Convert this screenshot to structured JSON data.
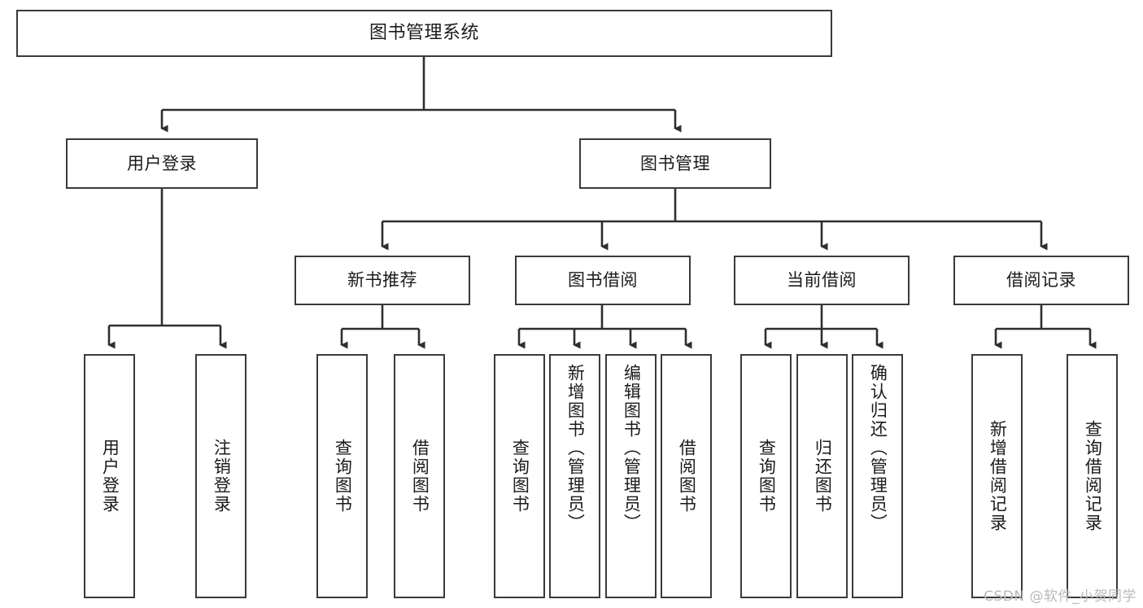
{
  "diagram": {
    "title": "图书管理系统",
    "type": "tree",
    "root": {
      "id": "root",
      "label": "图书管理系统",
      "orientation": "horizontal"
    },
    "level2": [
      {
        "id": "user-login",
        "label": "用户登录",
        "orientation": "horizontal"
      },
      {
        "id": "book-manage",
        "label": "图书管理",
        "orientation": "horizontal"
      }
    ],
    "level3": [
      {
        "id": "new-book-recommend",
        "label": "新书推荐",
        "orientation": "horizontal",
        "parent": "book-manage"
      },
      {
        "id": "book-borrow",
        "label": "图书借阅",
        "orientation": "horizontal",
        "parent": "book-manage"
      },
      {
        "id": "current-borrow",
        "label": "当前借阅",
        "orientation": "horizontal",
        "parent": "book-manage"
      },
      {
        "id": "borrow-record",
        "label": "借阅记录",
        "orientation": "horizontal",
        "parent": "book-manage"
      }
    ],
    "leaves": [
      {
        "id": "leaf-user-login",
        "label": "用户登录",
        "parent": "user-login"
      },
      {
        "id": "leaf-user-logout",
        "label": "注销登录",
        "parent": "user-login"
      },
      {
        "id": "leaf-query-book-1",
        "label": "查询图书",
        "parent": "new-book-recommend"
      },
      {
        "id": "leaf-borrow-book-1",
        "label": "借阅图书",
        "parent": "new-book-recommend"
      },
      {
        "id": "leaf-query-book-2",
        "label": "查询图书",
        "parent": "book-borrow"
      },
      {
        "id": "leaf-add-book-admin",
        "label": "新增图书（管理员）",
        "parent": "book-borrow"
      },
      {
        "id": "leaf-edit-book-admin",
        "label": "编辑图书（管理员）",
        "parent": "book-borrow"
      },
      {
        "id": "leaf-borrow-book-2",
        "label": "借阅图书",
        "parent": "book-borrow"
      },
      {
        "id": "leaf-query-book-3",
        "label": "查询图书",
        "parent": "current-borrow"
      },
      {
        "id": "leaf-return-book",
        "label": "归还图书",
        "parent": "current-borrow"
      },
      {
        "id": "leaf-confirm-return-admin",
        "label": "确认归还（管理员）",
        "parent": "current-borrow"
      },
      {
        "id": "leaf-add-record",
        "label": "新增借阅记录",
        "parent": "borrow-record"
      },
      {
        "id": "leaf-query-record",
        "label": "查询借阅记录",
        "parent": "borrow-record"
      }
    ],
    "colors": {
      "box_border": "#3a3a3a",
      "box_fill": "#ffffff",
      "connector": "#2e2e2e",
      "text": "#1b1b1b",
      "watermark": "#b9b9b9",
      "background": "#ffffff"
    }
  },
  "watermark": {
    "text": "CSDN @软件_小贺同学"
  }
}
